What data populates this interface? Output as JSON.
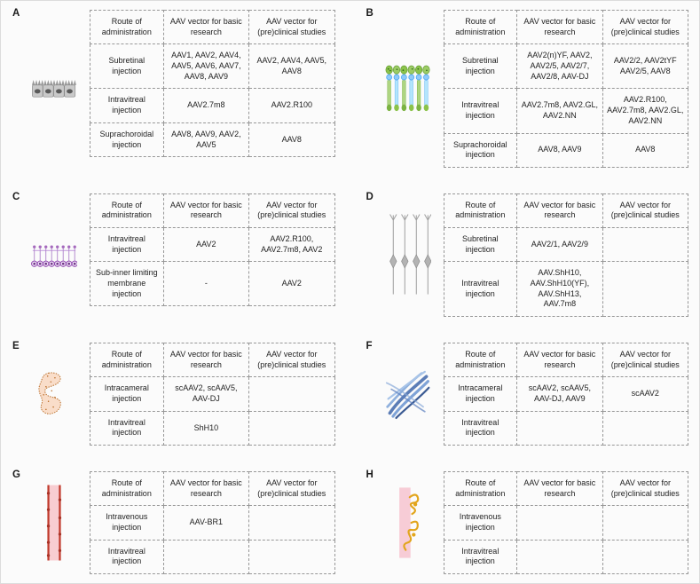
{
  "figure": {
    "headers": {
      "route": "Route of administration",
      "basic": "AAV vector for basic research",
      "clinical": "AAV vector for (pre)clinical studies"
    },
    "panels": [
      {
        "label": "A",
        "icon": "rpe-cell-layer",
        "rows": [
          {
            "route": "Subretinal injection",
            "basic": "AAV1, AAV2, AAV4, AAV5, AAV6, AAV7, AAV8, AAV9",
            "clinical": "AAV2, AAV4, AAV5, AAV8"
          },
          {
            "route": "Intravitreal injection",
            "basic": "AAV2.7m8",
            "clinical": "AAV2.R100"
          },
          {
            "route": "Suprachoroidal injection",
            "basic": "AAV8, AAV9, AAV2, AAV5",
            "clinical": "AAV8"
          }
        ]
      },
      {
        "label": "B",
        "icon": "photoreceptor-layer",
        "rows": [
          {
            "route": "Subretinal injection",
            "basic": "AAV2(n)YF, AAV2, AAV2/5, AAV2/7, AAV2/8, AAV-DJ",
            "clinical": "AAV2/2, AAV2tYF AAV2/5, AAV8"
          },
          {
            "route": "Intravitreal injection",
            "basic": "AAV2.7m8, AAV2.GL, AAV2.NN",
            "clinical": "AAV2.R100, AAV2.7m8, AAV2.GL, AAV2.NN"
          },
          {
            "route": "Suprachoroidal injection",
            "basic": "AAV8, AAV9",
            "clinical": "AAV8"
          }
        ]
      },
      {
        "label": "C",
        "icon": "bipolar-horizontal-cells",
        "rows": [
          {
            "route": "Intravitreal injection",
            "basic": "AAV2",
            "clinical": "AAV2.R100, AAV2.7m8, AAV2"
          },
          {
            "route": "Sub-inner limiting membrane injection",
            "basic": "-",
            "clinical": "AAV2"
          }
        ]
      },
      {
        "label": "D",
        "icon": "retinal-ganglion-cells",
        "rows": [
          {
            "route": "Subretinal injection",
            "basic": "AAV2/1, AAV2/9",
            "clinical": ""
          },
          {
            "route": "Intravitreal injection",
            "basic": "AAV.ShH10, AAV.ShH10(YF), AAV.ShH13, AAV.7m8",
            "clinical": ""
          }
        ]
      },
      {
        "label": "E",
        "icon": "ciliary-body",
        "rows": [
          {
            "route": "Intracameral injection",
            "basic": "scAAV2, scAAV5, AAV-DJ",
            "clinical": ""
          },
          {
            "route": "Intravitreal injection",
            "basic": "ShH10",
            "clinical": ""
          }
        ]
      },
      {
        "label": "F",
        "icon": "trabecular-meshwork",
        "rows": [
          {
            "route": "Intracameral injection",
            "basic": "scAAV2, scAAV5, AAV-DJ, AAV9",
            "clinical": "scAAV2"
          },
          {
            "route": "Intravitreal injection",
            "basic": "",
            "clinical": ""
          }
        ]
      },
      {
        "label": "G",
        "icon": "retinal-vessel",
        "rows": [
          {
            "route": "Intravenous injection",
            "basic": "AAV-BR1",
            "clinical": ""
          },
          {
            "route": "Intravitreal injection",
            "basic": "",
            "clinical": ""
          }
        ]
      },
      {
        "label": "H",
        "icon": "pericytes",
        "rows": [
          {
            "route": "Intravenous injection",
            "basic": "",
            "clinical": ""
          },
          {
            "route": "Intravitreal injection",
            "basic": "",
            "clinical": ""
          }
        ]
      }
    ]
  }
}
